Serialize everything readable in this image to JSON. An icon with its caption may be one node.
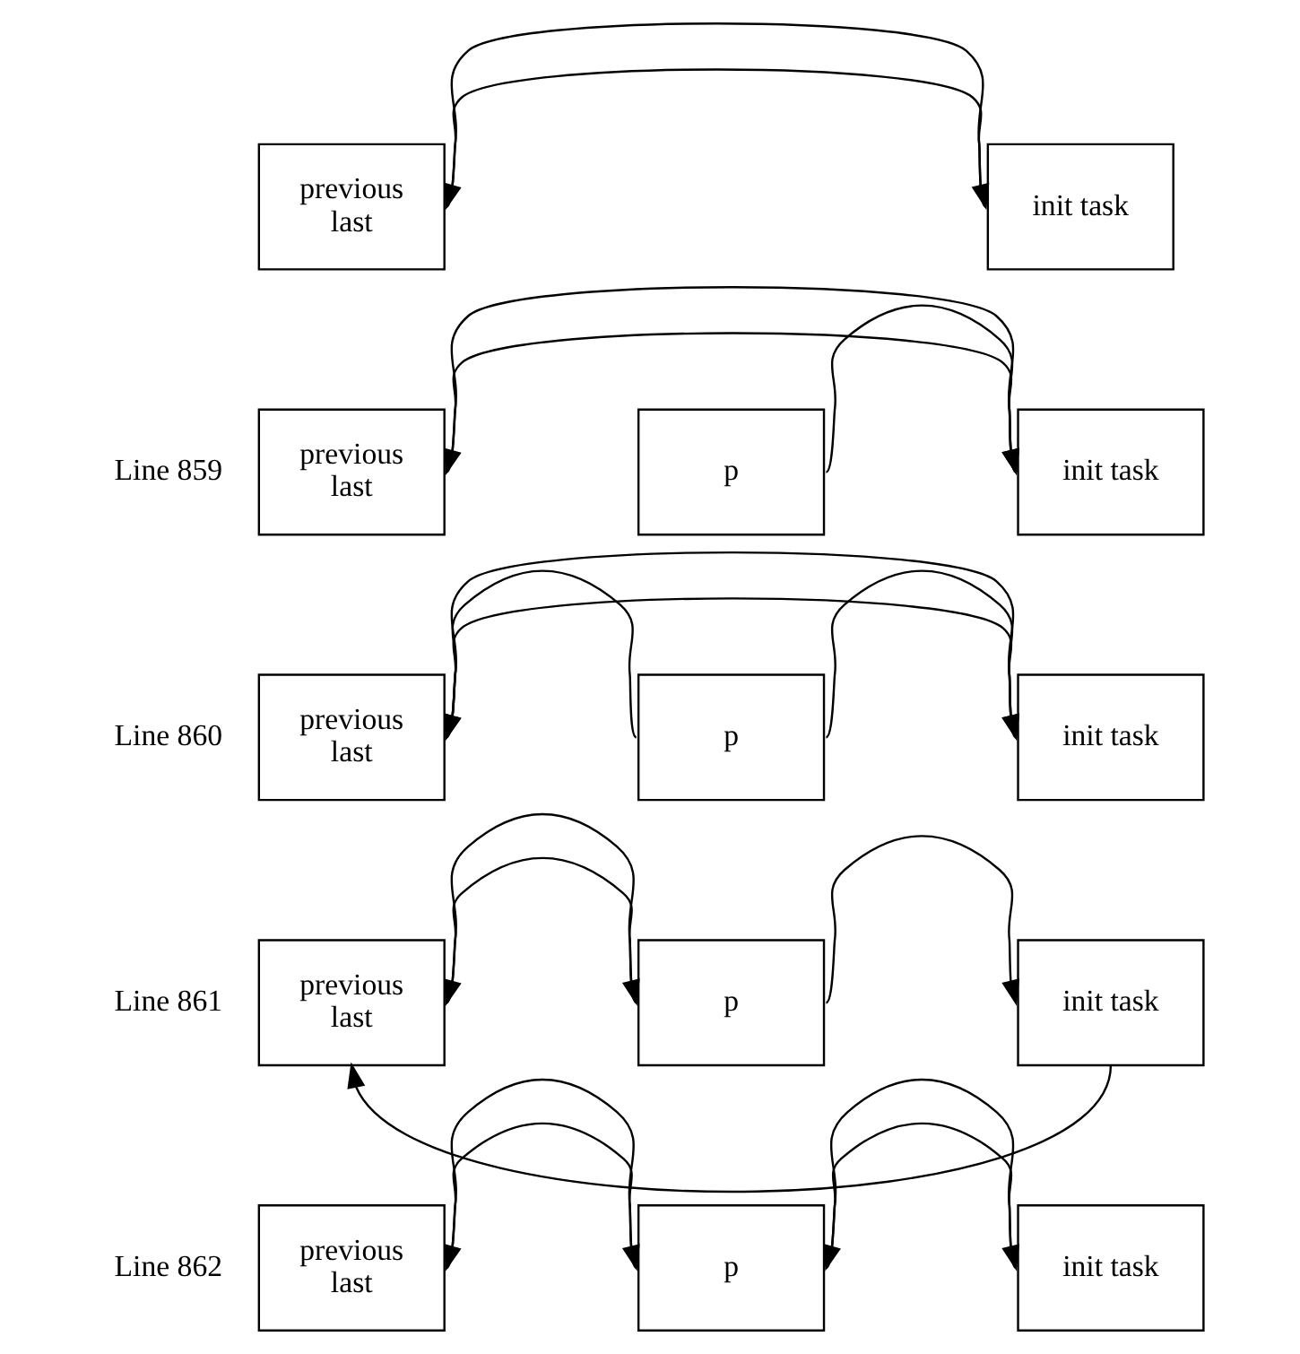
{
  "diagram": {
    "nodes": [
      {
        "text": [
          "previous",
          "last"
        ]
      },
      {
        "text": [
          "init task"
        ]
      },
      {
        "text": [
          "previous",
          "last"
        ],
        "beside": [
          "Line 859"
        ]
      },
      {
        "text": [
          "p"
        ]
      },
      {
        "text": [
          "init task"
        ]
      },
      {
        "text": [
          "previous",
          "last"
        ],
        "beside": [
          "Line 860"
        ]
      },
      {
        "text": [
          "p"
        ]
      },
      {
        "text": [
          "init task"
        ]
      },
      {
        "text": [
          "previous",
          "last"
        ],
        "beside": [
          "Line 861"
        ]
      },
      {
        "text": [
          "p"
        ]
      },
      {
        "text": [
          "init task"
        ]
      },
      {
        "text": [
          "previous",
          "last"
        ],
        "beside": [
          "Line 862"
        ]
      },
      {
        "text": [
          "p"
        ]
      },
      {
        "text": [
          "init task"
        ]
      }
    ],
    "edges": [
      {
        "from": 0,
        "to": 1,
        "arrow": "to"
      },
      {
        "from": 1,
        "to": 0,
        "arrow": "to"
      },
      {
        "from": 2,
        "to": 4,
        "arrow": "to"
      },
      {
        "from": 3,
        "to": 4,
        "arrow": "to"
      },
      {
        "from": 4,
        "to": 2,
        "arrow": "to"
      },
      {
        "from": 5,
        "to": 7,
        "arrow": "to"
      },
      {
        "from": 6,
        "to": 7,
        "arrow": "to"
      },
      {
        "from": 6,
        "to": 5,
        "arrow": "to"
      },
      {
        "from": 7,
        "to": 5,
        "arrow": "to"
      },
      {
        "from": 8,
        "to": 9,
        "arrow": "to"
      },
      {
        "from": 9,
        "to": 8,
        "arrow": "to"
      },
      {
        "from": 9,
        "to": 10,
        "arrow": "to"
      },
      {
        "from": 10,
        "to": 8,
        "arrow": "to"
      },
      {
        "from": 11,
        "to": 12,
        "arrow": "to"
      },
      {
        "from": 12,
        "to": 11,
        "arrow": "to"
      },
      {
        "from": 12,
        "to": 13,
        "arrow": "to"
      },
      {
        "from": 13,
        "to": 12,
        "arrow": "to"
      }
    ]
  }
}
